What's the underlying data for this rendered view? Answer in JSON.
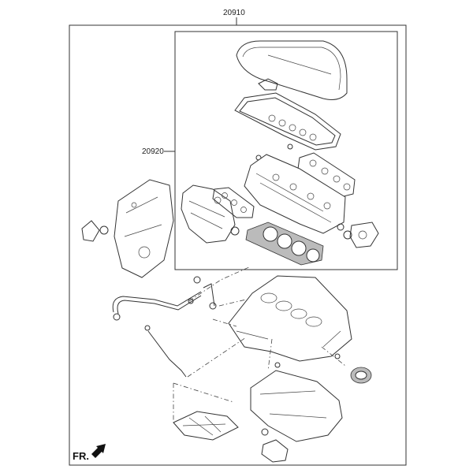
{
  "labels": {
    "outer_kit": "20910",
    "inner_kit": "20920",
    "front_marker": "FR."
  },
  "icons": {
    "front_arrow": "arrow-down-left-icon"
  },
  "colors": {
    "line": "#333333",
    "background": "#ffffff",
    "gasket_fill": "#bbbbbb"
  }
}
